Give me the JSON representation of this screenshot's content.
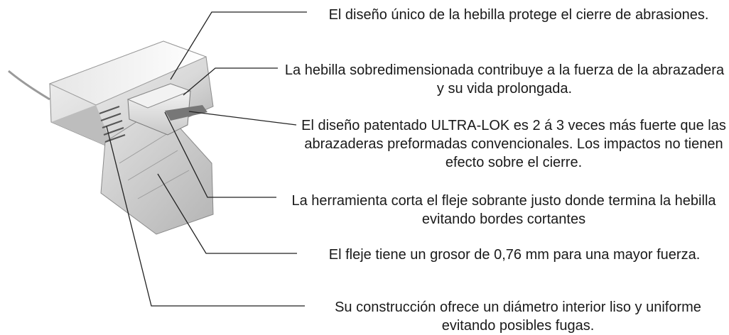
{
  "callouts": [
    {
      "text": "El diseño único de la hebilla protege el cierre de abrasiones."
    },
    {
      "text": "La hebilla sobredimensionada contribuye a la fuerza de la abrazadera y su vida prolongada."
    },
    {
      "text": "El diseño patentado ULTRA-LOK es 2 á 3 veces más fuerte que las abrazaderas preformadas convencionales. Los impactos no tienen efecto sobre el cierre."
    },
    {
      "text": "La herramienta corta el fleje sobrante justo donde termina la hebilla evitando bordes cortantes"
    },
    {
      "text": "El fleje tiene un grosor de 0,76 mm para una mayor fuerza."
    },
    {
      "text": "Su construcción ofrece un diámetro interior liso y uniforme evitando posibles fugas."
    }
  ]
}
